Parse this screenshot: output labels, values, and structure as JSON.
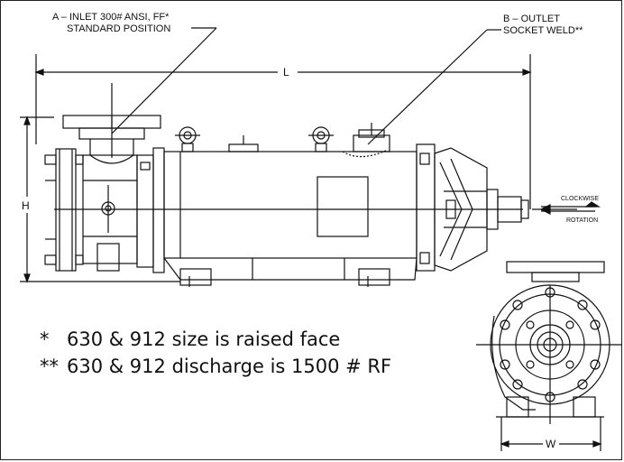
{
  "callouts": {
    "inlet_line1": "A – INLET 300# ANSI, FF*",
    "inlet_line2": "STANDARD POSITION",
    "outlet_line1": "B – OUTLET",
    "outlet_line2": "SOCKET WELD**"
  },
  "dimensions": {
    "length": "L",
    "height": "H",
    "width": "W"
  },
  "rotation": {
    "line1": "CLOCKWISE",
    "line2": "ROTATION"
  },
  "notes": [
    {
      "marker": "*",
      "text": "630 & 912 size is raised face"
    },
    {
      "marker": "**",
      "text": "630 & 912 discharge is 1500 # RF"
    }
  ]
}
